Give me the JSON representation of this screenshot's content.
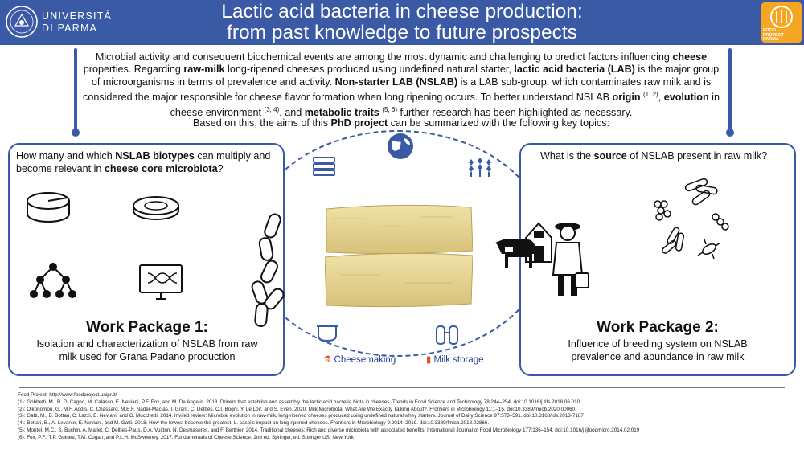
{
  "header": {
    "university_name_line1": "UNIVERSITÀ",
    "university_name_line2": "DI PARMA",
    "title_line1": "Lactic acid bacteria in cheese production:",
    "title_line2": "from past knowledge to future prospects",
    "logo_text_line1": "FOOD",
    "logo_text_line2": "PROJECT",
    "logo_text_line3": "PARMA"
  },
  "intro": {
    "t1": "Microbial activity and consequent biochemical events are among the most dynamic and challenging to predict factors influencing ",
    "b1": "cheese",
    "t2": " properties. Regarding ",
    "b2": "raw-milk",
    "t3": " long-ripened cheeses produced using undefined natural starter, ",
    "b3": "lactic acid bacteria (LAB)",
    "t4": " is the major group of microorganisms in terms of prevalence and activity. ",
    "b4": "Non-starter LAB (NSLAB)",
    "t5": " is a LAB sub-group, which contaminates raw milk and is considered the major responsible for cheese flavor formation when long ripening occurs. To better understand NSLAB ",
    "b5": "origin",
    "s5": "(1, 2)",
    "t6": ", ",
    "b6": "evolution",
    "t7": " in cheese environment ",
    "s7": "(3, 4)",
    "t8": ", and ",
    "b8": "metabolic traits",
    "s8": "(5, 6)",
    "t9": " further research has been highlighted as necessary."
  },
  "aims": {
    "t1": "Based on this, the aims of this ",
    "b1": "PhD project",
    "t2": " can be summarized with the following key topics:"
  },
  "wp1": {
    "q_t1": "How many and which ",
    "q_b1": "NSLAB biotypes",
    "q_t2": " can multiply and become relevant in ",
    "q_b2": "cheese core microbiota",
    "q_t3": "?",
    "title": "Work Package 1:",
    "desc_line1": "Isolation and characterization of NSLAB from raw",
    "desc_line2": "milk used for Grana Padano production"
  },
  "wp2": {
    "q_t1": "What is the ",
    "q_b1": "source",
    "q_t2": " of NSLAB present in raw milk?",
    "title": "Work Package 2:",
    "desc_line1": "Influence of breeding system on NSLAB",
    "desc_line2": "prevalence and abundance in raw milk"
  },
  "center": {
    "label_cheesemaking": "Cheesemaking",
    "label_milk_storage": "Milk storage"
  },
  "footer": {
    "lines": [
      "Food Project: http://www.foodproject.unipr.it/",
      "(1): Gobbetti, M., R. Di Cagno, M. Calasso, E. Neviani, P.F. Fox, and M. De Angelis. 2018. Drivers that establish and assembly the lactic acid bacteria biota in cheeses. Trends in Food Science and Technology 78:244–254. doi:10.1016/j.tifs.2018.06.010",
      "(2): Oikonomou, G., M.F. Addis, C. Chassard, M.E.F. Nader-Macias, I. Grant, C. Delbès, C.I. Bogni, Y. Le Loir, and S. Even. 2020. Milk Microbiota: What Are We Exactly Talking About?. Frontiers in Microbiology 11:1–15. doi:10.3389/fmicb.2020.00060",
      "(3): Gatti, M., B. Bottari, C. Lazzi, E. Neviani, and G. Mucchetti. 2014. Invited review: Microbial evolution in raw-milk, long-ripened cheeses produced using undefined natural whey starters. Journal of Dairy Science 97:573–591. doi:10.3168/jds.2013-7187",
      "(4): Bottari, B., A. Levante, E. Neviani, and M. Gatti. 2018. How the fewest become the greatest. L. casei’s impact on long ripened cheeses. Frontiers in Microbiology 9:2014–2019. doi:10.3389/fmicb.2018.02866.",
      "(5): Montel, M.C., S. Buchin, A. Mallet, C. Delbes-Paus, D.A. Vuitton, N. Desmasures, and F. Berthier. 2014. Traditional cheeses: Rich and diverse microbiota with associated benefits. International Journal of Food Microbiology 177:136–154. doi:10.1016/j.ijfoodmicro.2014.02.019",
      "(6): Fox, P.F., T.P. Guinee, T.M. Cogan, and P.L.H. McSweeney. 2017. Fundamentals of Cheese Science. 2nd ed. Springer, ed. Springer US, New York"
    ]
  },
  "icons": [
    "university-seal-icon",
    "food-project-logo",
    "cheese-wheel-icon",
    "petri-dish-icon",
    "hierarchy-tree-icon",
    "dna-monitor-icon",
    "globe-icon",
    "crops-icon",
    "shelves-icon",
    "lab-flask-icon",
    "silos-icon",
    "bacteria-icon",
    "farm-barn-icon",
    "cow-icon",
    "farmer-icon",
    "cheese-vat-icon",
    "milk-tanks-icon",
    "cheese-blocks-image"
  ],
  "colors": {
    "primary": "#3b5aa6",
    "accent": "#f6a623"
  }
}
